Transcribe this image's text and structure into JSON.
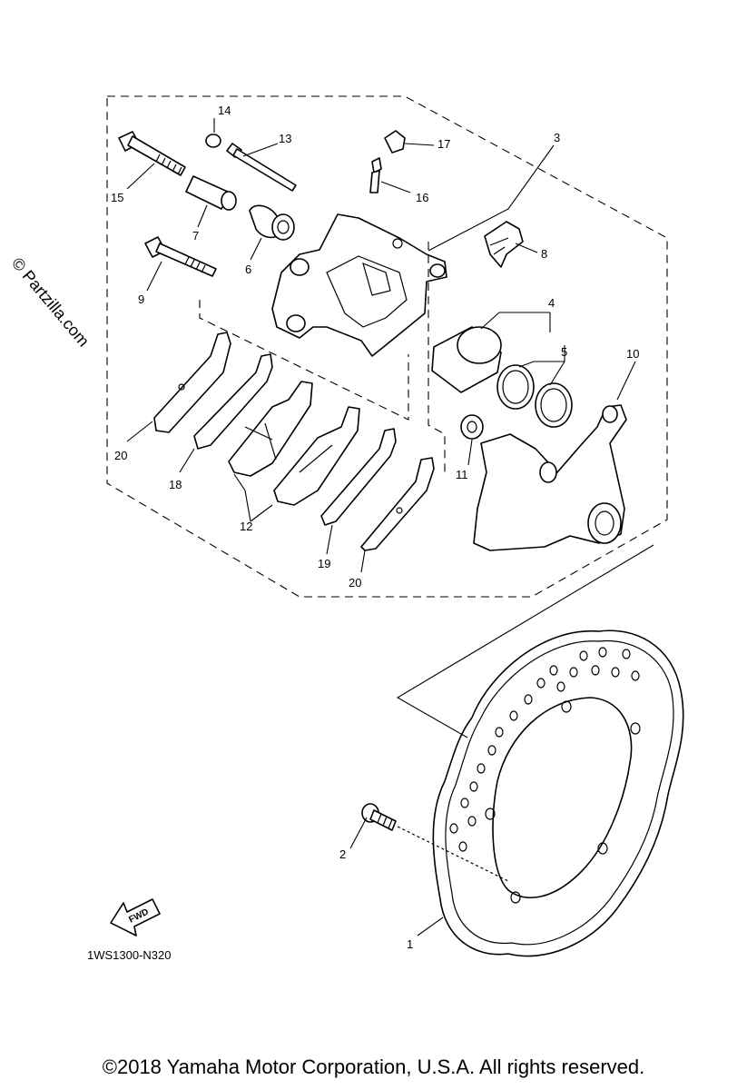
{
  "watermark": "© Partzilla.com",
  "diagram_code": "1WS1300-N320",
  "fwd_label": "FWD",
  "copyright": "©2018 Yamaha Motor Corporation, U.S.A. All rights reserved.",
  "callouts": [
    "1",
    "2",
    "3",
    "4",
    "5",
    "6",
    "7",
    "8",
    "9",
    "10",
    "11",
    "12",
    "13",
    "14",
    "15",
    "16",
    "17",
    "18",
    "19",
    "20",
    "20"
  ]
}
